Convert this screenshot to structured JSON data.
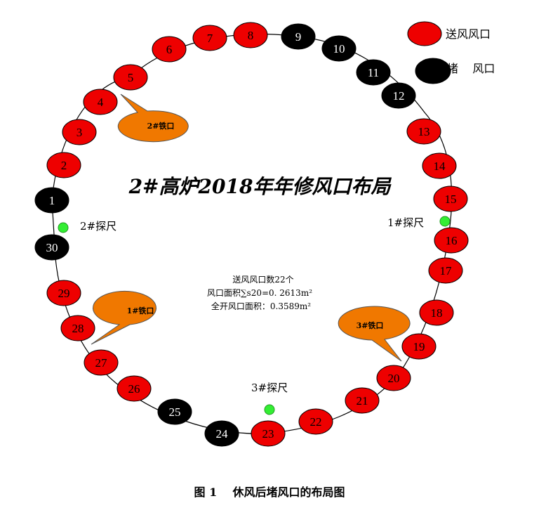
{
  "title": "2#高炉2018年年修风口布局",
  "caption": "图 1    休风后堵风口的布局图",
  "colors": {
    "open": "#ee0000",
    "blocked": "#000000",
    "probe": "#33ee33",
    "taphole": "#f07800"
  },
  "legend": [
    {
      "label": "送风风口",
      "status": "open"
    },
    {
      "label": "堵    风口",
      "status": "blocked"
    }
  ],
  "summary": {
    "line1": "送风风口数22个",
    "line2": "风口面积∑s20=0. 2613m²",
    "line3": "全开风口面积：0.3589m²"
  },
  "tuyeres": [
    {
      "n": "1",
      "status": "blocked"
    },
    {
      "n": "2",
      "status": "open"
    },
    {
      "n": "3",
      "status": "open"
    },
    {
      "n": "4",
      "status": "open"
    },
    {
      "n": "5",
      "status": "open"
    },
    {
      "n": "6",
      "status": "open"
    },
    {
      "n": "7",
      "status": "open"
    },
    {
      "n": "8",
      "status": "open"
    },
    {
      "n": "9",
      "status": "blocked"
    },
    {
      "n": "10",
      "status": "blocked"
    },
    {
      "n": "11",
      "status": "blocked"
    },
    {
      "n": "12",
      "status": "blocked"
    },
    {
      "n": "13",
      "status": "open"
    },
    {
      "n": "14",
      "status": "open"
    },
    {
      "n": "15",
      "status": "open"
    },
    {
      "n": "16",
      "status": "open"
    },
    {
      "n": "17",
      "status": "open"
    },
    {
      "n": "18",
      "status": "open"
    },
    {
      "n": "19",
      "status": "open"
    },
    {
      "n": "20",
      "status": "open"
    },
    {
      "n": "21",
      "status": "open"
    },
    {
      "n": "22",
      "status": "open"
    },
    {
      "n": "23",
      "status": "open"
    },
    {
      "n": "24",
      "status": "blocked"
    },
    {
      "n": "25",
      "status": "blocked"
    },
    {
      "n": "26",
      "status": "open"
    },
    {
      "n": "27",
      "status": "open"
    },
    {
      "n": "28",
      "status": "open"
    },
    {
      "n": "29",
      "status": "open"
    },
    {
      "n": "30",
      "status": "blocked"
    }
  ],
  "probes": [
    {
      "label": "1#探尺"
    },
    {
      "label": "2#探尺"
    },
    {
      "label": "3#探尺"
    }
  ],
  "tapholes": [
    {
      "label": "1#铁口"
    },
    {
      "label": "2#铁口"
    },
    {
      "label": "3#铁口"
    }
  ]
}
